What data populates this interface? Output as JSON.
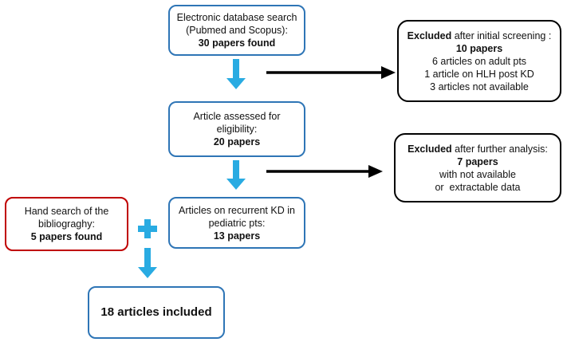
{
  "boxes": {
    "search": {
      "line1": "Electronic database search",
      "line2": "(Pubmed and Scopus):",
      "count": "30 papers found"
    },
    "assessed": {
      "line1": "Article assessed for",
      "line2": "eligibility:",
      "count": "20 papers"
    },
    "recurrent": {
      "line1": "Articles on recurrent KD in",
      "line2": "pediatric pts:",
      "count": "13 papers"
    },
    "hand": {
      "line1": "Hand search of the",
      "line2": "bibliograghy:",
      "count": "5 papers found"
    },
    "included": {
      "label": "18 articles included"
    },
    "excluded1": {
      "head_bold": "Excluded",
      "head_rest": " after initial screening :",
      "count": "10 papers",
      "items": [
        "6 articles on adult pts",
        "1 article on HLH post KD",
        "3 articles not available"
      ]
    },
    "excluded2": {
      "head_bold": "Excluded",
      "head_rest": " after further analysis:",
      "count": "7 papers",
      "items": [
        "with not available",
        "or  extractable data"
      ]
    }
  },
  "colors": {
    "blue_border": "#2e75b6",
    "red_border": "#c00000",
    "arrow_blue": "#29abe2",
    "arrow_black": "#000000"
  },
  "icons": {
    "plus": "plus-icon",
    "down_arrow": "down-arrow-icon",
    "right_arrow": "right-arrow-icon"
  }
}
